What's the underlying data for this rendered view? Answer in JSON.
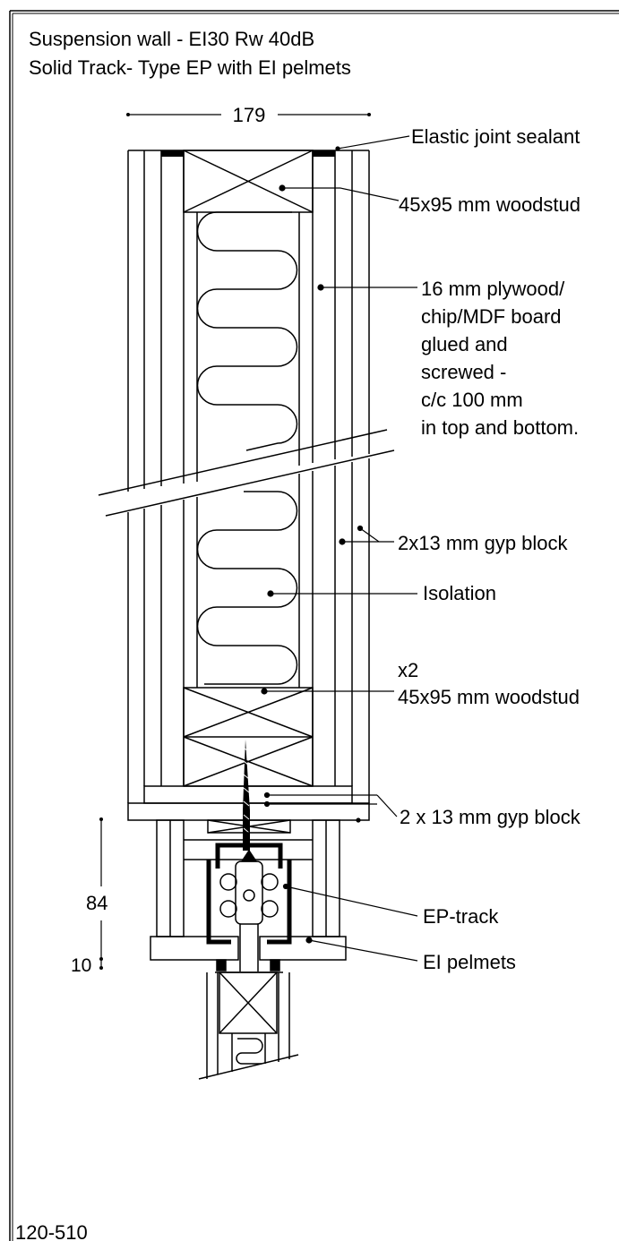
{
  "title": {
    "line1": "Suspension wall - EI30 Rw 40dB",
    "line2": "Solid Track- Type EP with EI pelmets"
  },
  "dimensions": {
    "width": "179",
    "height": "84",
    "gap": "10"
  },
  "callouts": {
    "sealant": "Elastic joint sealant",
    "woodstud_top": "45x95 mm woodstud",
    "board": [
      "16 mm plywood/",
      "chip/MDF board",
      "glued and",
      "screwed -",
      "c/c 100 mm",
      "in top and bottom."
    ],
    "gyp_side": "2x13 mm gyp block",
    "isolation": "Isolation",
    "woodstud_bottom_qty": "x2",
    "woodstud_bottom": "45x95 mm woodstud",
    "gyp_bottom": "2 x 13 mm gyp block",
    "track": "EP-track",
    "pelmets": "EI pelmets"
  },
  "drawing_number": "120-510"
}
